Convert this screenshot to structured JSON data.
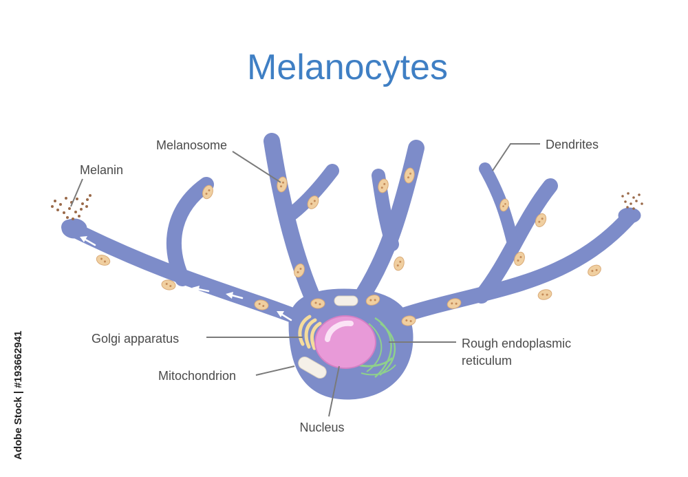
{
  "title": "Melanocytes",
  "labels": {
    "melanosome": "Melanosome",
    "melanin": "Melanin",
    "dendrites": "Dendrites",
    "golgi": "Golgi apparatus",
    "mitochondrion": "Mitochondrion",
    "rough_er_line1": "Rough endoplasmic",
    "rough_er_line2": "reticulum",
    "nucleus": "Nucleus"
  },
  "credit": "Adobe Stock | #193662941",
  "colors": {
    "title": "#3f7fc4",
    "cell": "#7d8cc9",
    "nucleus": "#e89ad8",
    "melanosome": "#f0cfa0",
    "golgi": "#f5dc9c",
    "er": "#8fd08c"
  }
}
